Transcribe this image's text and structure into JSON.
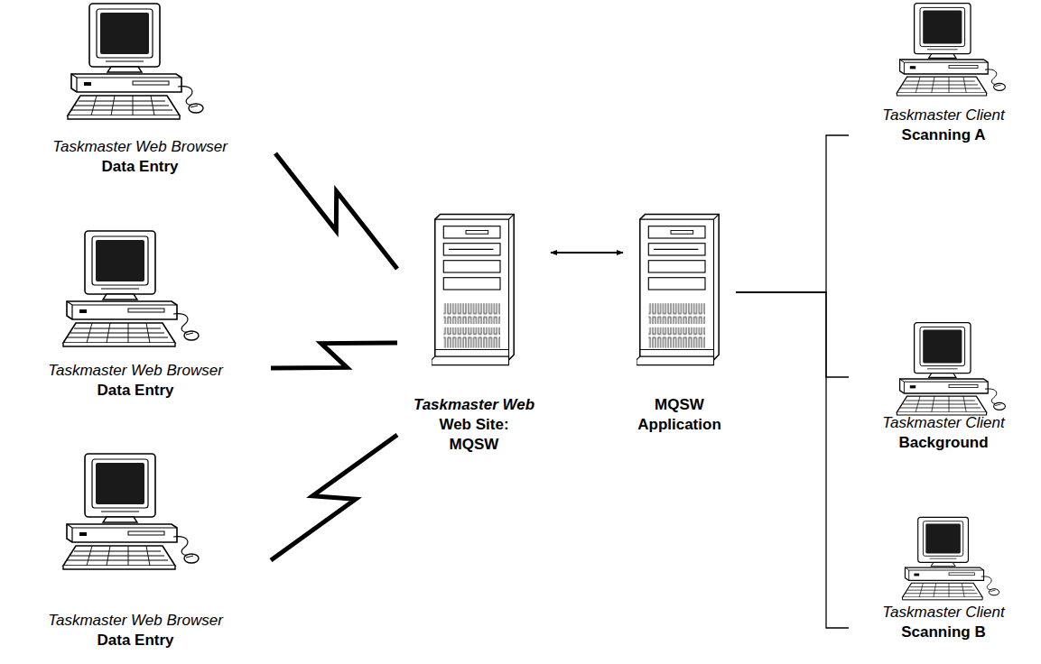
{
  "diagram": {
    "nodes": [
      {
        "text": [
          "Taskmaster Web Browser",
          "Data Entry"
        ]
      },
      {
        "text": [
          "Taskmaster Web Browser",
          "Data Entry"
        ]
      },
      {
        "text": [
          "Taskmaster Web Browser",
          "Data Entry"
        ]
      },
      {
        "text": [
          "Taskmaster Web",
          "Web Site: MQSW"
        ]
      },
      {
        "text": [
          "MQSW Application"
        ]
      },
      {
        "text": [
          "Taskmaster Client",
          "Scanning A"
        ]
      },
      {
        "text": [
          "Taskmaster Client",
          "Background"
        ]
      },
      {
        "text": [
          "Taskmaster Client",
          "Scanning B"
        ]
      }
    ],
    "edges": [
      {
        "from": 0,
        "to": 3,
        "arrow": "none"
      },
      {
        "from": 1,
        "to": 3,
        "arrow": "none"
      },
      {
        "from": 2,
        "to": 3,
        "arrow": "none"
      },
      {
        "from": 3,
        "to": 4,
        "arrow": "both"
      },
      {
        "from": 4,
        "to": 5,
        "arrow": "none"
      },
      {
        "from": 4,
        "to": 6,
        "arrow": "none"
      },
      {
        "from": 4,
        "to": 7,
        "arrow": "none"
      }
    ]
  }
}
